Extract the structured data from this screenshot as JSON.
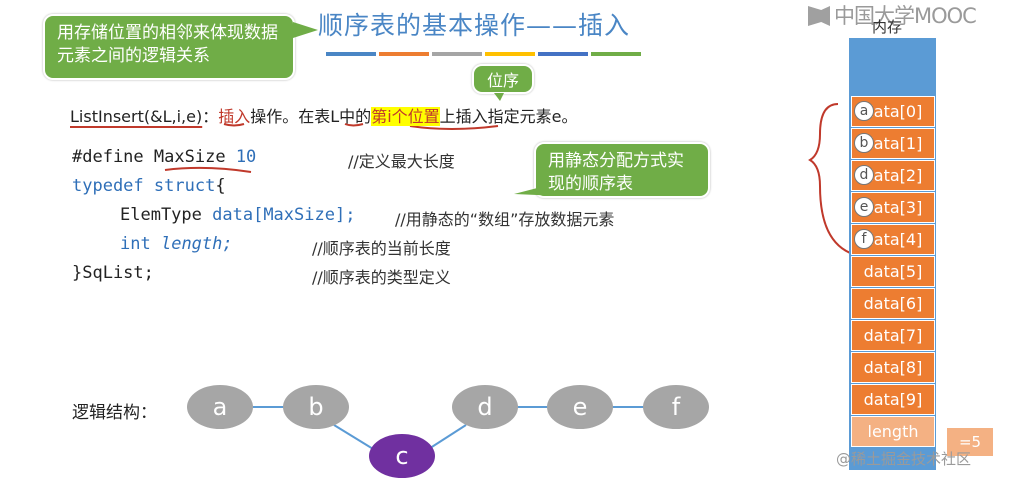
{
  "slide": {
    "title": "顺序表的基本操作——插入",
    "title_color": "#4a86c5",
    "bar_colors": [
      "#4a86c5",
      "#ed7d31",
      "#a5a5a5",
      "#ffc000",
      "#4472c4",
      "#70ad47"
    ]
  },
  "logo": {
    "text": "中国大学MOOC"
  },
  "callouts": {
    "storage": "用存储位置的相邻来体现数据元素之间的逻辑关系",
    "order": "位序",
    "static": "用静态分配方式实现的顺序表"
  },
  "operation": {
    "signature": "ListInsert(&L,i,e)",
    "colon": "：",
    "insert_word": "插入",
    "part1": "操作。在",
    "table_word": "表",
    "part2": "L中的",
    "position": "第i个位置",
    "part3": "上插入指定元素e。"
  },
  "code": {
    "define_kw": "#define",
    "define_name": "MaxSize",
    "define_value": "10",
    "define_comment": "//定义最大长度",
    "typedef_kw": "typedef",
    "struct_kw": "struct",
    "brace_open": "{",
    "elem_type": "ElemType",
    "data_decl": "data[MaxSize];",
    "data_comment": "//用静态的“数组”存放数据元素",
    "int_kw": "int",
    "length_decl": "length;",
    "length_comment": "//顺序表的当前长度",
    "close_decl": "}SqList;",
    "close_comment": "//顺序表的类型定义"
  },
  "logic": {
    "label": "逻辑结构：",
    "nodes": [
      "a",
      "b",
      "c",
      "d",
      "e",
      "f"
    ]
  },
  "memory": {
    "label": "内存",
    "cells": [
      "data[0]",
      "data[1]",
      "data[2]",
      "data[3]",
      "data[4]",
      "data[5]",
      "data[6]",
      "data[7]",
      "data[8]",
      "data[9]"
    ],
    "marks": [
      "a",
      "b",
      "d",
      "e",
      "f"
    ],
    "length_label": "length",
    "length_value": "=5"
  },
  "watermark": "@稀土掘金技术社区"
}
